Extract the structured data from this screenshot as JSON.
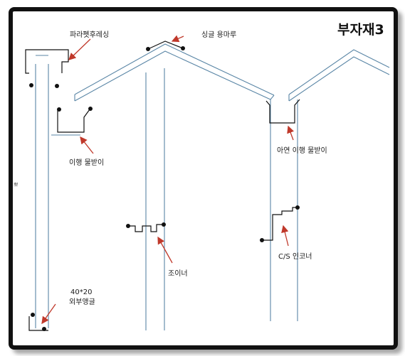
{
  "title": "부자재3",
  "labels": {
    "parapet": "파라펫후레싱",
    "ridge": "싱글 용마루",
    "gutter_left": "이행 물받이",
    "gutter_right": "아연 이행 물받이",
    "joiner": "조이너",
    "cs_corner": "C/S 인코너",
    "size": "40*20",
    "outer_angle": "외부앵글",
    "side_mark": "뽀"
  },
  "colors": {
    "wall_line": "#5a86a6",
    "flashing": "#111111",
    "arrow": "#c0392b",
    "border": "#111111"
  }
}
